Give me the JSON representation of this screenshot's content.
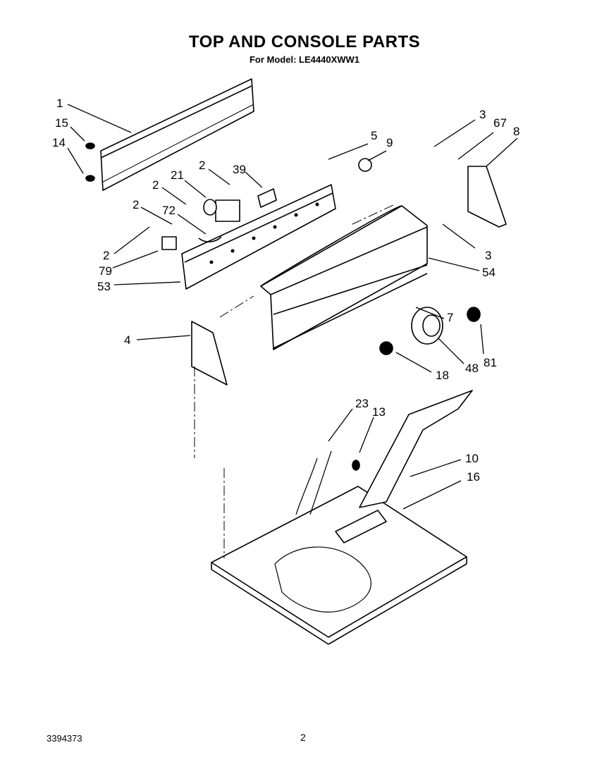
{
  "header": {
    "title": "TOP AND CONSOLE PARTS",
    "subtitle": "For Model: LE4440XWW1"
  },
  "footer": {
    "doc_number": "3394373",
    "page_number": "2"
  },
  "callouts": [
    "1",
    "15",
    "14",
    "21",
    "2",
    "39",
    "2",
    "72",
    "2",
    "2",
    "79",
    "53",
    "5",
    "9",
    "3",
    "67",
    "8",
    "3",
    "54",
    "7",
    "81",
    "48",
    "18",
    "4",
    "23",
    "13",
    "10",
    "16"
  ]
}
